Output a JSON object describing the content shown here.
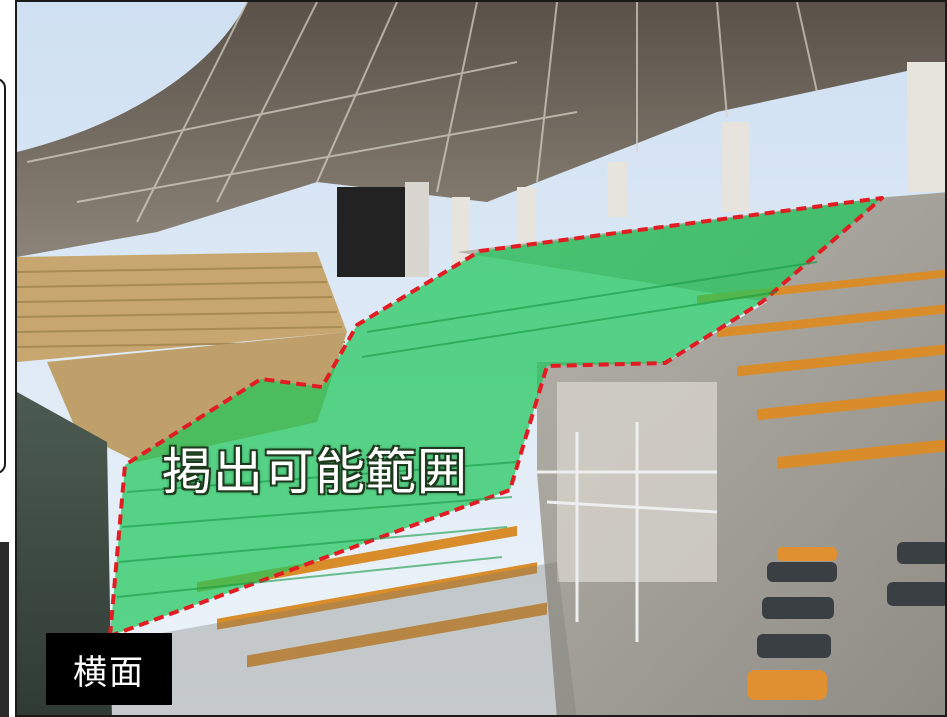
{
  "figure": {
    "overlay_label": "掲出可能範囲",
    "view_tag": "横面",
    "highlight_color": "#1ec85a",
    "outline_color": "#e31b23",
    "tag_background": "#000000",
    "subject": "stadium-seating-stand-photo"
  }
}
